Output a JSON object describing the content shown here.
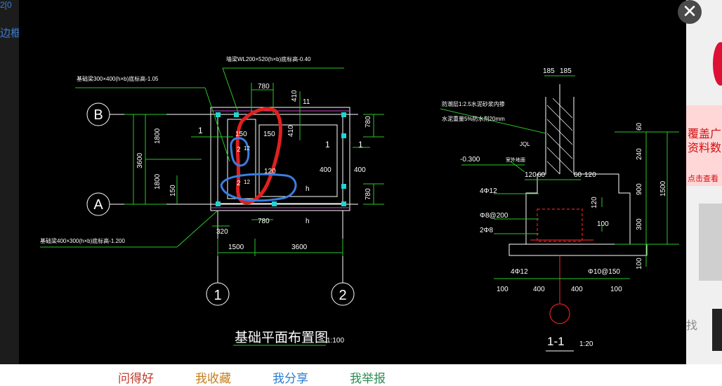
{
  "page": {
    "close_glyph": "✕",
    "side_left_text": "边框",
    "side_left_top": "2[0",
    "side_right_red": "覆盖广",
    "side_right_red2": "资料数",
    "side_right_red3": "点击查看",
    "side_right_grey": "找"
  },
  "actions": [
    {
      "label": "问得好",
      "color": "#c0392b"
    },
    {
      "label": "我收藏",
      "color": "#c77d1a"
    },
    {
      "label": "我分享",
      "color": "#2a7fd0"
    },
    {
      "label": "我举报",
      "color": "#2e8b57"
    }
  ],
  "drawing": {
    "plan_title": "基础平面布置图",
    "plan_scale": "1:100",
    "section_title": "1-1",
    "section_scale": "1:20",
    "axis_b": "B",
    "axis_a": "A",
    "axis_1": "1",
    "axis_2": "2",
    "beam_top_note": "墙梁WL200×520(h×b)底标高-0.40",
    "beam_left_note": "基础梁300×400(h×b)底标高-1.05",
    "beam_bottom_note": "基础梁400×300(h×b)底标高-1.200",
    "dim_780_top": "780",
    "dim_410_top": "410",
    "dim_11_top": "11",
    "dim_150a": "150",
    "dim_150b": "150",
    "dim_410_mid": "410",
    "dim_12a": "12",
    "dim_12b": "12",
    "dim_2a": "2",
    "dim_2b": "2",
    "dim_120": "120",
    "dim_1_left": "1",
    "dim_1_right": "1",
    "dim_1_far": "1",
    "dim_400_in": "400",
    "dim_400_out": "400",
    "dim_h_in": "h",
    "dim_h_out": "h",
    "dim_780_r1": "780",
    "dim_780_r2": "780",
    "dim_780_bot": "780",
    "dim_3600_v": "3600",
    "dim_1800a": "1800",
    "dim_1800b": "1800",
    "dim_150_v": "150",
    "dim_320": "320",
    "dim_1500": "1500",
    "dim_3600_h": "3600",
    "sec_185a": "185",
    "sec_185b": "185",
    "sec_note1": "防潮层1:2.5水泥砂浆内掺",
    "sec_note2": "水泥重量5%防水剂20mm",
    "sec_jql": "JQL",
    "sec_elev": "-0.300",
    "sec_outdoor": "室外地面",
    "sec_120a": "120",
    "sec_60a": "60",
    "sec_60b": "60",
    "sec_120b": "120",
    "sec_4phi12a": "4Φ12",
    "sec_phi8": "Φ8@200",
    "sec_2phi8": "2Φ8",
    "sec_120c": "120",
    "sec_100a": "100",
    "sec_4phi12b": "4Φ12",
    "sec_phi10": "Φ10@150",
    "sec_100b": "100",
    "sec_400a": "400",
    "sec_400b": "400",
    "sec_100c": "100",
    "sec_60": "60",
    "sec_240": "240",
    "sec_900": "900",
    "sec_300": "300",
    "sec_100d": "100",
    "sec_1500": "1500"
  }
}
